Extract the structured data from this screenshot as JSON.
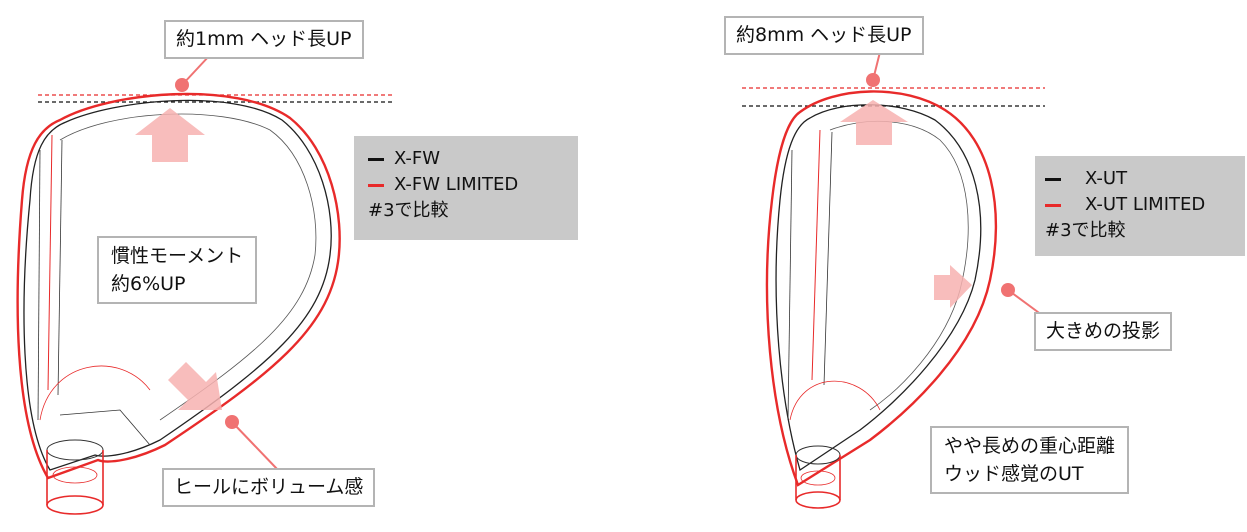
{
  "colors": {
    "red": "#e82a2a",
    "black": "#111111",
    "arrow": "#f7b2b0",
    "dot": "#f07272",
    "callout_border": "#b4b4b4",
    "legend_bg": "#c9c9c9"
  },
  "fw": {
    "head_length_callout": "約1mm ヘッド長UP",
    "moi_callout": [
      "慣性モーメント",
      "約6%UP"
    ],
    "heel_callout": "ヒールにボリューム感",
    "legend": {
      "black_label": "X-FW",
      "red_label": "X-FW LIMITED",
      "note": "#3で比較"
    }
  },
  "ut": {
    "head_length_callout": "約8mm ヘッド長UP",
    "projection_callout": "大きめの投影",
    "cg_callout": [
      "やや長めの重心距離",
      "ウッド感覚のUT"
    ],
    "legend": {
      "black_label": "X-UT",
      "red_label": "X-UT LIMITED",
      "note": "#3で比較"
    }
  }
}
